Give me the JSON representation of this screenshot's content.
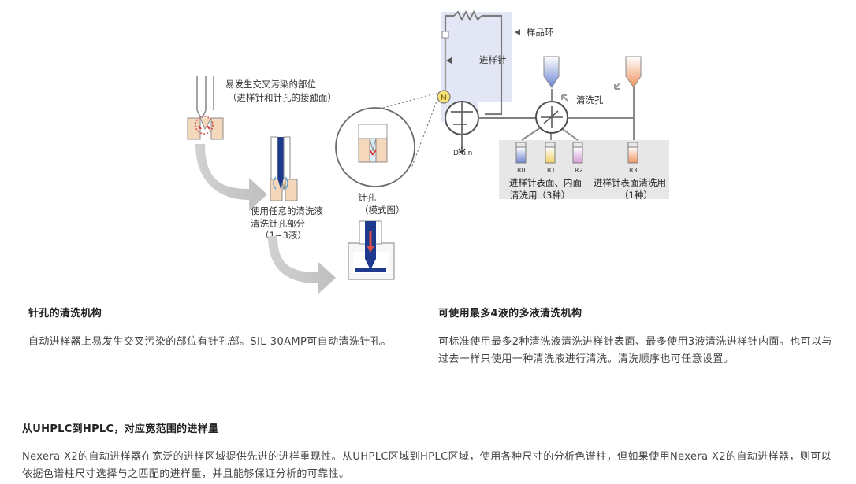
{
  "diagram": {
    "labels": {
      "sample_loop": "样品环",
      "sample_needle": "进样针",
      "contamination_1": "易发生交叉污染的部位",
      "contamination_2": "（进样针和针孔的接触面）",
      "wash_1": "使用任意的清洗液",
      "wash_2": "清洗针孔部分",
      "wash_3": "（1~3液）",
      "needle_seat_1": "针孔",
      "needle_seat_2": "（模式图）",
      "rinse_port": "清洗孔",
      "drain": "Drain",
      "valve_mark": "M",
      "r0": "R0",
      "r1": "R1",
      "r2": "R2",
      "r3": "R3",
      "group1_1": "进样针表面、内面",
      "group1_2": "清洗用（3种）",
      "group2_1": "进样针表面清洗用",
      "group2_2": "（1种）"
    },
    "colors": {
      "highlight": "#dfe4f3",
      "pipe": "#7f7f7f",
      "arrow": "#c7c7c7",
      "needle_blue": "#1f3c8f",
      "seat": "#f5d9bd",
      "red": "#e2483f",
      "r0": "#7e8fd1",
      "r1": "#f1d36f",
      "r2": "#d9a6d9",
      "r3": "#ee9c68"
    },
    "icons": {
      "valve": "circle-valve-icon",
      "arrow": "curved-arrow-icon",
      "drain": "drain-arrow-icon"
    }
  },
  "sections": {
    "left": {
      "title": "针孔的清洗机构",
      "text": "自动进样器上易发生交叉污染的部位有针孔部。SIL-30AMP可自动清洗针孔。"
    },
    "right": {
      "title": "可使用最多4液的多液清洗机构",
      "text": "可标准使用最多2种清洗液清洗进样针表面、最多使用3液清洗进样针内面。也可以与过去一样只使用一种清洗液进行清洗。清洗顺序也可任意设置。"
    },
    "bottom": {
      "title": "从UHPLC到HPLC，对应宽范围的进样量",
      "text": "Nexera X2的自动进样器在宽泛的进样区域提供先进的进样重现性。从UHPLC区域到HPLC区域，使用各种尺寸的分析色谱柱，但如果使用Nexera X2的自动进样器，则可以依据色谱柱尺寸选择与之匹配的进样量，并且能够保证分析的可靠性。"
    }
  }
}
